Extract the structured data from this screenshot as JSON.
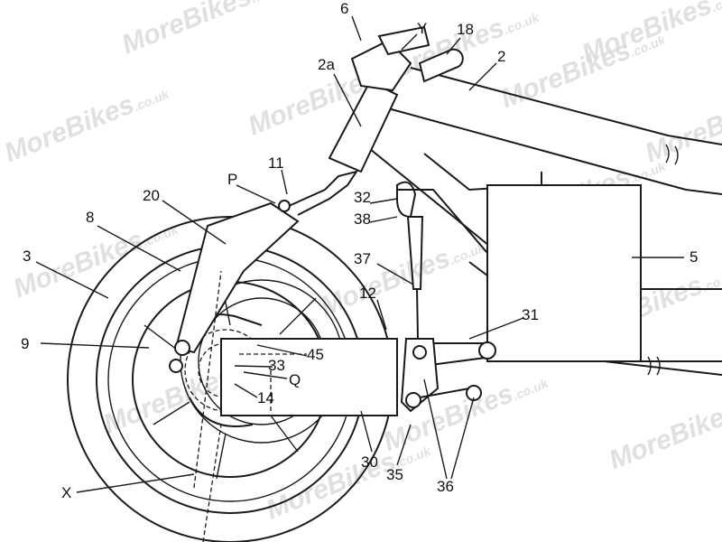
{
  "figure": {
    "watermark": "MoreBikes.co.uk",
    "watermark_main": "MoreBikes",
    "watermark_suffix": ".co.uk",
    "reference_labels": {
      "l6": "6",
      "lY": "Y",
      "l18": "18",
      "l2": "2",
      "l2a": "2a",
      "l11": "11",
      "lP": "P",
      "l20": "20",
      "l8": "8",
      "l3": "3",
      "l32": "32",
      "l38": "38",
      "l37": "37",
      "l5": "5",
      "l12": "12",
      "l31": "31",
      "l9": "9",
      "l45": "45",
      "l33": "33",
      "lQ": "Q",
      "l14": "14",
      "l30": "30",
      "l35": "35",
      "l36": "36",
      "lX": "X"
    }
  }
}
